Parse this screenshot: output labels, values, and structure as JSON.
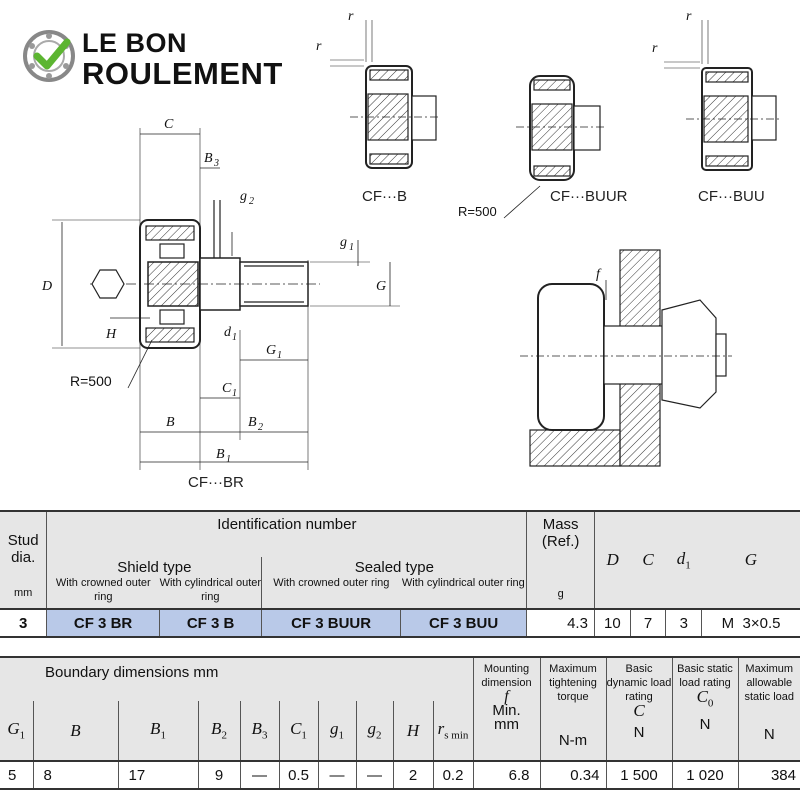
{
  "logo": {
    "line1": "LE BON",
    "line2": "ROULEMENT",
    "accent": "#5cb531"
  },
  "drawing": {
    "captions": {
      "cf_b": "CF···B",
      "cf_buur": "CF···BUUR",
      "cf_buu": "CF···BUU",
      "cf_br": "CF···BR"
    },
    "radius_label": "R=500",
    "dims": {
      "C": "C",
      "B3": "B3",
      "g2": "g2",
      "g1": "g1",
      "G": "G",
      "D": "D",
      "H": "H",
      "d1": "d1",
      "G1": "G1",
      "C1": "C1",
      "B": "B",
      "B2": "B2",
      "B1": "B1",
      "r": "r",
      "f": "f"
    }
  },
  "table1": {
    "stud_dia_label": "Stud dia.",
    "stud_unit": "mm",
    "ident_label": "Identification number",
    "shield_label": "Shield type",
    "sealed_label": "Sealed type",
    "crowned_label": "With crowned outer ring",
    "cyl_label": "With cylindrical outer ring",
    "mass_label": "Mass (Ref.)",
    "mass_unit": "g",
    "cols": {
      "D": "D",
      "C": "C",
      "d1": "d",
      "d1_sub": "1",
      "G": "G"
    },
    "row": {
      "stud": "3",
      "id1": "CF   3   BR",
      "id2": "CF   3   B",
      "id3": "CF   3   BUUR",
      "id4": "CF   3   BUU",
      "mass": "4.3",
      "D": "10",
      "C": "7",
      "d1": "3",
      "G_prefix": "M",
      "G_val": "3×0.5"
    }
  },
  "table2": {
    "boundary_label": "Boundary dimensions    mm",
    "mounting_label": "Mounting dimension",
    "min_label": "Min.",
    "mm_unit": "mm",
    "tightening_label": "Maximum tightening torque",
    "torque_unit": "N-m",
    "dyn_label": "Basic dynamic load rating",
    "static_label": "Basic static load rating",
    "allow_label": "Maximum allowable static load",
    "n_unit": "N",
    "cols": {
      "G1": "G",
      "B": "B",
      "B1": "B",
      "B2": "B",
      "B3": "B",
      "C1": "C",
      "g1": "g",
      "g2": "g",
      "H": "H",
      "rs": "r",
      "rs_sub": "s min",
      "f": "f",
      "C": "C",
      "C0": "C",
      "C0_sub": "0"
    },
    "row": {
      "G1": "5",
      "B": "8",
      "B1": "17",
      "B2": "9",
      "B3": "—",
      "C1": "0.5",
      "g1": "—",
      "g2": "—",
      "H": "2",
      "rs": "0.2",
      "f": "6.8",
      "torque": "0.34",
      "C": "1 500",
      "C0": "1 020",
      "allow": "384"
    }
  }
}
